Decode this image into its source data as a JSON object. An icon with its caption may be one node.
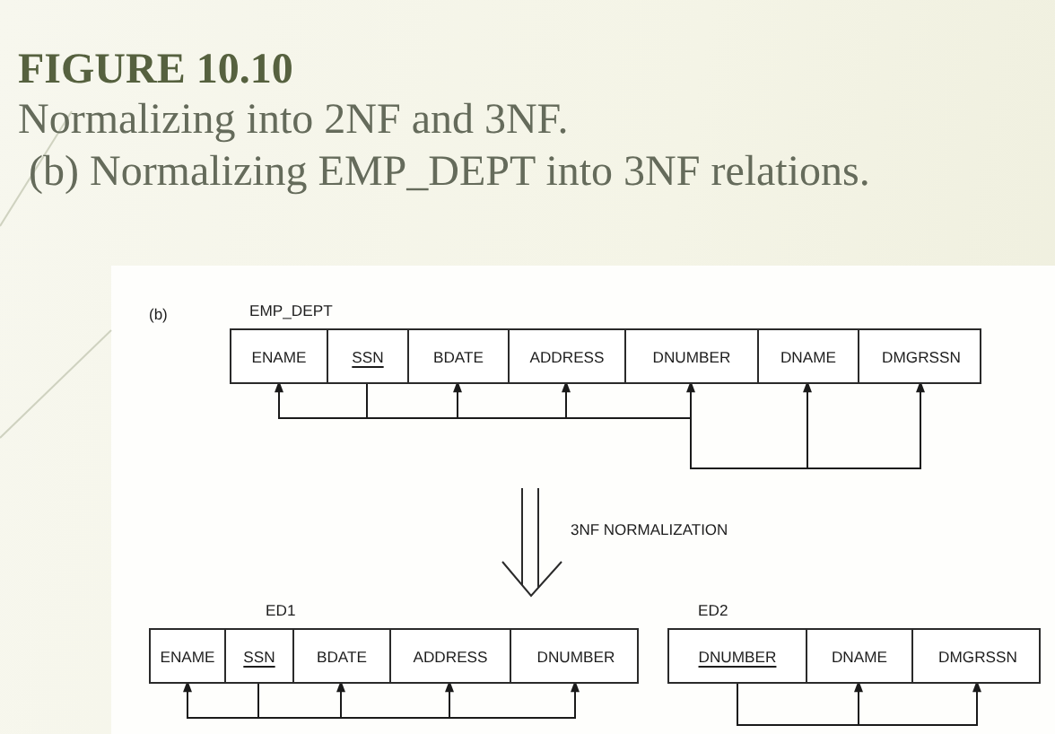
{
  "diagram": {
    "title": "FIGURE 10.10",
    "caption": "Normalizing into 2NF and 3NF.",
    "nodes": [
      {
        "text": [
          "EMP_DEPT"
        ]
      },
      {
        "text": [
          "ENAME"
        ],
        "in": 0
      },
      {
        "text": [
          "SSN"
        ],
        "in": 0
      },
      {
        "text": [
          "BDATE"
        ],
        "in": 0
      },
      {
        "text": [
          "ADDRESS"
        ],
        "in": 0
      },
      {
        "text": [
          "DNUMBER"
        ],
        "in": 0
      },
      {
        "text": [
          "DNAME"
        ],
        "in": 0
      },
      {
        "text": [
          "DMGRSSN"
        ],
        "in": 0
      },
      {
        "text": [
          "ED1"
        ]
      },
      {
        "text": [
          "ENAME"
        ],
        "in": 8
      },
      {
        "text": [
          "SSN"
        ],
        "in": 8
      },
      {
        "text": [
          "BDATE"
        ],
        "in": 8
      },
      {
        "text": [
          "ADDRESS"
        ],
        "in": 8
      },
      {
        "text": [
          "DNUMBER"
        ],
        "in": 8
      },
      {
        "text": [
          "ED2"
        ]
      },
      {
        "text": [
          "DNUMBER"
        ],
        "in": 14
      },
      {
        "text": [
          "DNAME"
        ],
        "in": 14
      },
      {
        "text": [
          "DMGRSSN"
        ],
        "in": 14
      }
    ],
    "edges": [
      {
        "from": 2,
        "to": 1,
        "arrow": "to"
      },
      {
        "from": 2,
        "to": 3,
        "arrow": "to"
      },
      {
        "from": 2,
        "to": 4,
        "arrow": "to"
      },
      {
        "from": 2,
        "to": 5,
        "arrow": "to"
      },
      {
        "from": 5,
        "to": 6,
        "arrow": "to"
      },
      {
        "from": 5,
        "to": 7,
        "arrow": "to"
      },
      {
        "from": 10,
        "to": 9,
        "arrow": "to"
      },
      {
        "from": 10,
        "to": 11,
        "arrow": "to"
      },
      {
        "from": 10,
        "to": 12,
        "arrow": "to"
      },
      {
        "from": 10,
        "to": 13,
        "arrow": "to"
      },
      {
        "from": 15,
        "to": 16,
        "arrow": "to"
      },
      {
        "from": 15,
        "to": 17,
        "arrow": "to"
      }
    ],
    "labels": [
      "(b) Normalizing EMP_DEPT into 3NF relations.",
      "(b)",
      "3NF NORMALIZATION"
    ]
  }
}
